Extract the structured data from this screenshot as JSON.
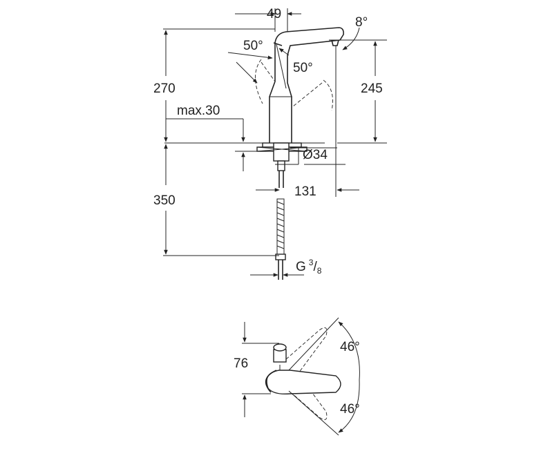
{
  "side_view": {
    "dim_top_width": "49",
    "dim_tilt_angle": "8°",
    "dim_left_angle": "50°",
    "dim_right_angle": "50°",
    "dim_total_height": "270",
    "dim_spout_height": "245",
    "dim_max_thickness": "max.30",
    "dim_hole_diameter": "Ø34",
    "dim_reach": "131",
    "dim_hose_length": "350",
    "dim_thread": "G",
    "dim_thread_num": "3",
    "dim_thread_den": "8"
  },
  "top_view": {
    "dim_depth": "76",
    "dim_swivel_upper": "46°",
    "dim_swivel_lower": "46°"
  }
}
